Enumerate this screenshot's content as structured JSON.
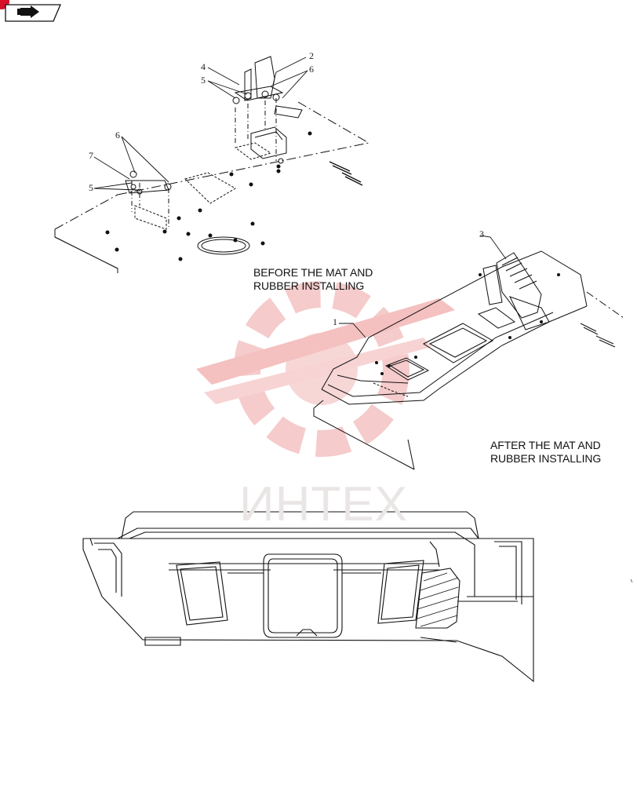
{
  "captions": {
    "before": [
      "BEFORE THE MAT AND",
      "RUBBER INSTALLING"
    ],
    "after": [
      "AFTER THE MAT AND",
      "RUBBER INSTALLING"
    ]
  },
  "callouts": [
    "1",
    "2",
    "3",
    "4",
    "5",
    "5",
    "6",
    "6",
    "7"
  ],
  "watermark": "ИНТЕХ",
  "colors": {
    "watermark_logo": "#f2b9b9",
    "corner_dot": "#d8102a",
    "line": "#111111"
  },
  "icons": {
    "nav": "arrow-hand-icon"
  }
}
